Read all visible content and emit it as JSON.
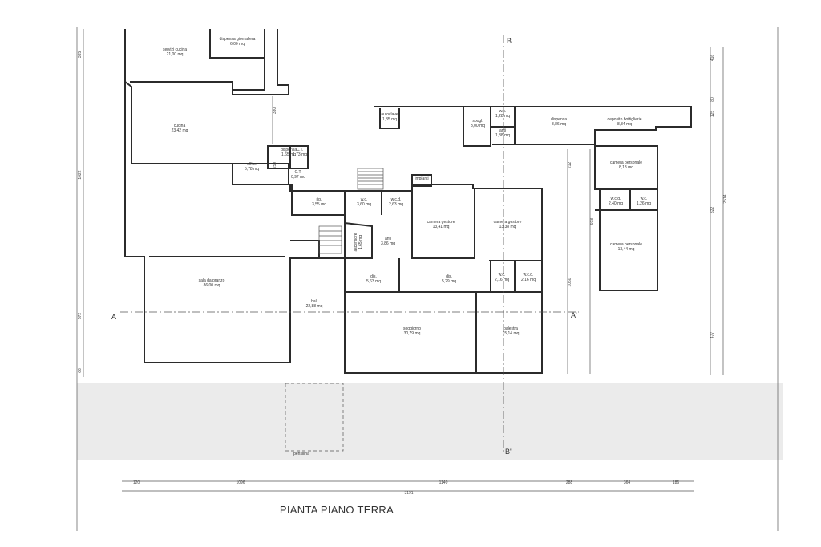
{
  "title": "PIANTA PIANO TERRA",
  "sections": {
    "a_left": "A",
    "a_right": "A'",
    "b_top": "B",
    "b_bottom": "B'"
  },
  "rooms": [
    {
      "id": "dispensa-giornaliera",
      "name": "dispensa giornaliera",
      "area": "6,00 mq"
    },
    {
      "id": "servizi-cucina",
      "name": "servizi cucina",
      "area": "21,00 mq"
    },
    {
      "id": "cucina",
      "name": "cucina",
      "area": "23,42 mq"
    },
    {
      "id": "office",
      "name": "office",
      "area": "5,78 mq"
    },
    {
      "id": "dispensa-small",
      "name": "dispensa",
      "area": "1,65 mq"
    },
    {
      "id": "ct-1",
      "name": "C.T.",
      "area": "1,73 mq"
    },
    {
      "id": "ct-2",
      "name": "C.T.",
      "area": "0,97 mq"
    },
    {
      "id": "rip",
      "name": "rip.",
      "area": "3,55 mq"
    },
    {
      "id": "wc-1",
      "name": "w.c.",
      "area": "3,60 mq"
    },
    {
      "id": "wcd-1",
      "name": "w.c.d.",
      "area": "2,63 mq"
    },
    {
      "id": "impianti",
      "name": "impianti",
      "area": ""
    },
    {
      "id": "autoclave",
      "name": "autoclave",
      "area": "1,35 mq"
    },
    {
      "id": "spogl",
      "name": "spogl.",
      "area": "3,00 mq"
    },
    {
      "id": "wc-2",
      "name": "w.c.",
      "area": "1,28 mq"
    },
    {
      "id": "antiwc",
      "name": "anti",
      "area": "1,38 mq"
    },
    {
      "id": "dispensa-big",
      "name": "dispensa",
      "area": "8,86 mq"
    },
    {
      "id": "deposito",
      "name": "deposito bottiglierie",
      "area": "8,84 mq"
    },
    {
      "id": "camera-personale-1",
      "name": "camera personale",
      "area": "8,18 mq"
    },
    {
      "id": "wcd-2",
      "name": "w.c.d.",
      "area": "2,40 mq"
    },
    {
      "id": "wc-3",
      "name": "w.c.",
      "area": "1,26 mq"
    },
    {
      "id": "camera-personale-2",
      "name": "camera personale",
      "area": "13,44 mq"
    },
    {
      "id": "camera-gestore-1",
      "name": "camera gestore",
      "area": "13,41 mq"
    },
    {
      "id": "camera-gestore-2",
      "name": "camera gestore",
      "area": "13,38 mq"
    },
    {
      "id": "anti",
      "name": "anti",
      "area": "3,86 mq"
    },
    {
      "id": "ascensore",
      "name": "ascensore",
      "area": "1,65 mq"
    },
    {
      "id": "dis-1",
      "name": "dis.",
      "area": "5,63 mq"
    },
    {
      "id": "dis-2",
      "name": "dis.",
      "area": "5,29 mq"
    },
    {
      "id": "wc-4",
      "name": "w.c.",
      "area": "2,16 mq"
    },
    {
      "id": "wcd-3",
      "name": "w.c.d.",
      "area": "2,16 mq"
    },
    {
      "id": "sala-pranzo",
      "name": "sala da pranzo",
      "area": "86,00 mq"
    },
    {
      "id": "hall",
      "name": "hall",
      "area": "22,88 mq"
    },
    {
      "id": "soggiorno",
      "name": "soggiorno",
      "area": "30,79 mq"
    },
    {
      "id": "palestra",
      "name": "palestra",
      "area": "15,14 mq"
    },
    {
      "id": "pensilina",
      "name": "pensilina",
      "area": ""
    }
  ],
  "dims_bottom": [
    "120",
    "1096",
    "1140",
    "288",
    "364",
    "186"
  ],
  "dim_total": "3191",
  "dims_left": [
    "385",
    "1022",
    "572",
    "66"
  ],
  "dims_right_outer": [
    "416",
    "80",
    "125",
    "822",
    "477"
  ],
  "dim_right_total": "2514",
  "dims_inner": [
    "330",
    "250",
    "212",
    "918",
    "1060"
  ]
}
